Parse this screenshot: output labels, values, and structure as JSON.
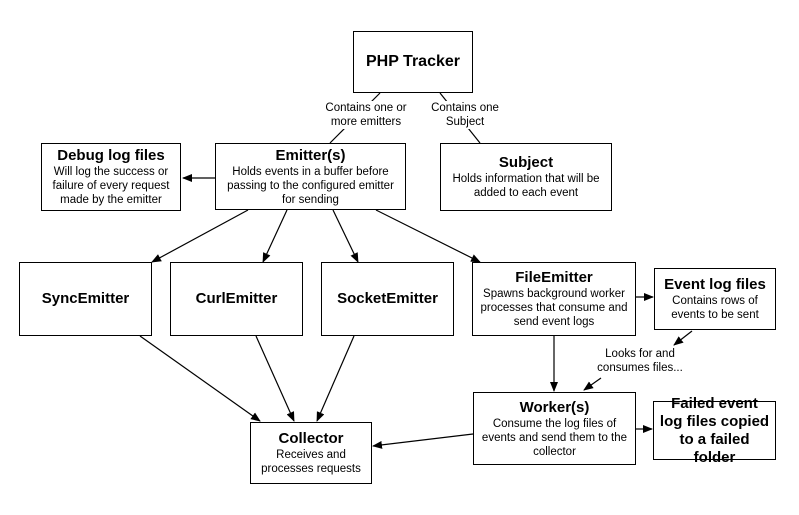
{
  "nodes": {
    "php_tracker": {
      "title": "PHP Tracker"
    },
    "emitters": {
      "title": "Emitter(s)",
      "desc": "Holds events in a buffer before passing to the configured emitter for sending"
    },
    "debug_log": {
      "title": "Debug log files",
      "desc": "Will log the success or failure of every request made by the emitter"
    },
    "subject": {
      "title": "Subject",
      "desc": "Holds information that will be added to each event"
    },
    "sync_emitter": {
      "title": "SyncEmitter"
    },
    "curl_emitter": {
      "title": "CurlEmitter"
    },
    "socket_emitter": {
      "title": "SocketEmitter"
    },
    "file_emitter": {
      "title": "FileEmitter",
      "desc": "Spawns background worker processes that consume and send event logs"
    },
    "event_log": {
      "title": "Event log files",
      "desc": "Contains rows of events to be sent"
    },
    "workers": {
      "title": "Worker(s)",
      "desc": "Consume the log files of events and send them to the collector"
    },
    "failed_log": {
      "title": "Failed event log files copied to a failed folder"
    },
    "collector": {
      "title": "Collector",
      "desc": "Receives and processes requests"
    }
  },
  "edge_labels": {
    "contains_emitters": "Contains one or more emitters",
    "contains_subject": "Contains one Subject",
    "looks_for_files": "Looks for and consumes files..."
  }
}
